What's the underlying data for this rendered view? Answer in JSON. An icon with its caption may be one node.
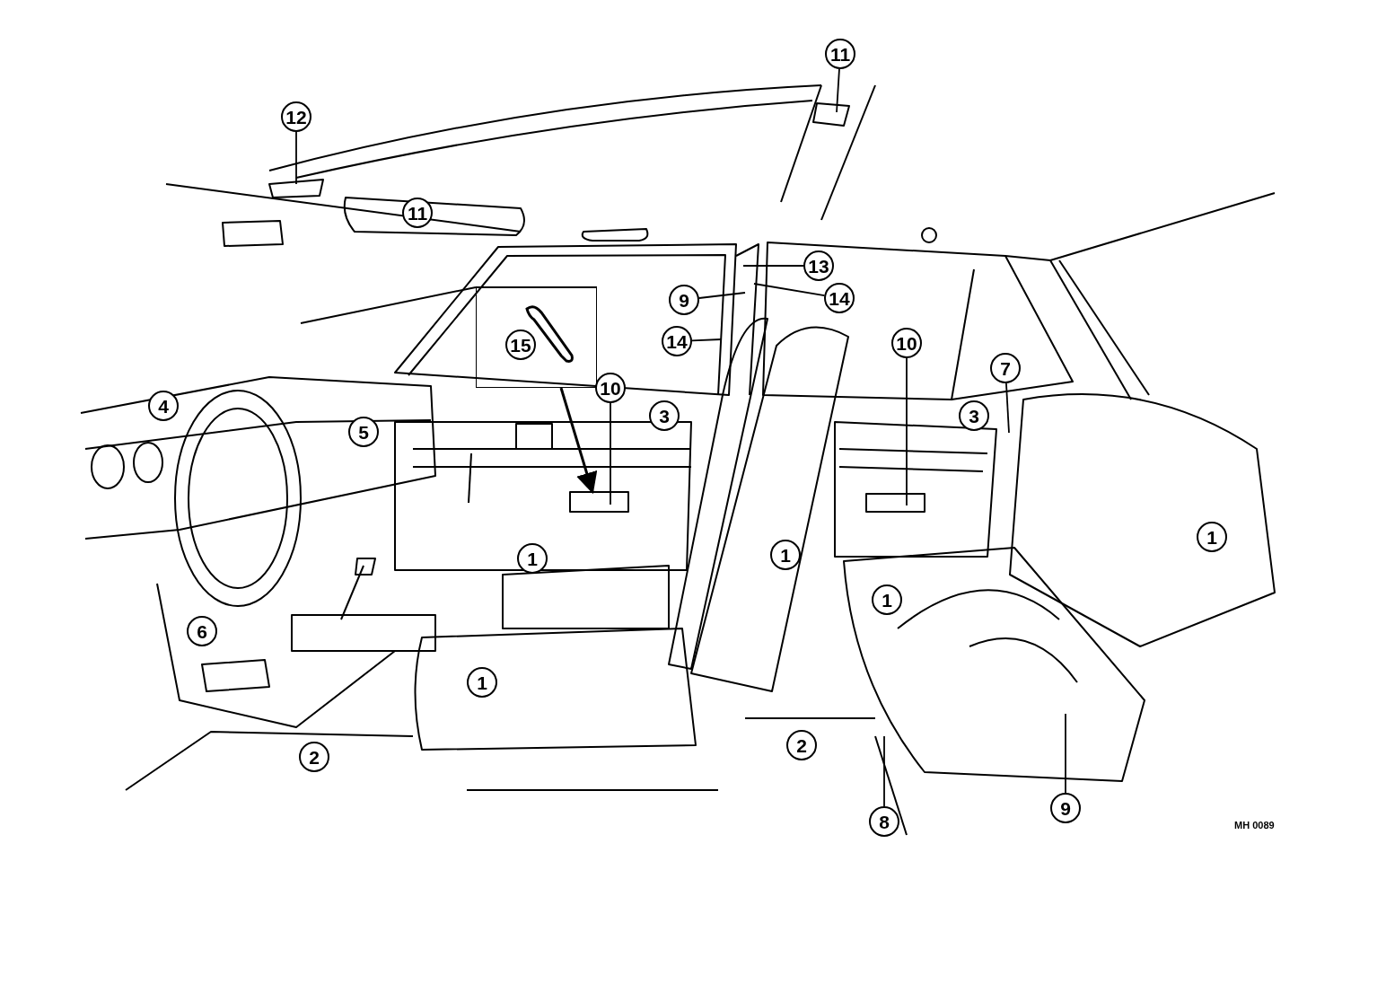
{
  "diagram": {
    "nodes": [
      {
        "text": [
          "12"
        ]
      },
      {
        "text": [
          "11"
        ]
      },
      {
        "text": [
          "13"
        ]
      },
      {
        "text": [
          "9"
        ]
      },
      {
        "text": [
          "14"
        ]
      },
      {
        "text": [
          "14"
        ]
      },
      {
        "text": [
          "15"
        ]
      },
      {
        "text": [
          "10"
        ]
      },
      {
        "text": [
          "10"
        ]
      },
      {
        "text": [
          "7"
        ]
      },
      {
        "text": [
          "8"
        ]
      },
      {
        "text": [
          "9"
        ]
      },
      {
        "text": [
          "11"
        ]
      },
      {
        "text": [
          "4"
        ]
      },
      {
        "text": [
          "3"
        ]
      },
      {
        "text": [
          "5"
        ]
      },
      {
        "text": [
          "3"
        ]
      },
      {
        "text": [
          "1"
        ]
      },
      {
        "text": [
          "1"
        ]
      },
      {
        "text": [
          "1"
        ]
      },
      {
        "text": [
          "6"
        ]
      },
      {
        "text": [
          "1"
        ]
      },
      {
        "text": [
          "1"
        ]
      },
      {
        "text": [
          "2"
        ]
      },
      {
        "text": [
          "2"
        ]
      }
    ],
    "edges": [
      {
        "from": 0,
        "to": null,
        "arrow": "none"
      },
      {
        "from": 1,
        "to": null,
        "arrow": "none"
      },
      {
        "from": 2,
        "to": null,
        "arrow": "none"
      },
      {
        "from": 3,
        "to": null,
        "arrow": "none"
      },
      {
        "from": 4,
        "to": null,
        "arrow": "none"
      },
      {
        "from": 5,
        "to": null,
        "arrow": "none"
      },
      {
        "from": 6,
        "to": null,
        "arrow": "to"
      },
      {
        "from": 7,
        "to": null,
        "arrow": "none"
      },
      {
        "from": 8,
        "to": null,
        "arrow": "none"
      },
      {
        "from": 9,
        "to": null,
        "arrow": "none"
      },
      {
        "from": 10,
        "to": null,
        "arrow": "none"
      },
      {
        "from": 11,
        "to": null,
        "arrow": "none"
      }
    ],
    "labels": [
      "MH 0089"
    ]
  }
}
